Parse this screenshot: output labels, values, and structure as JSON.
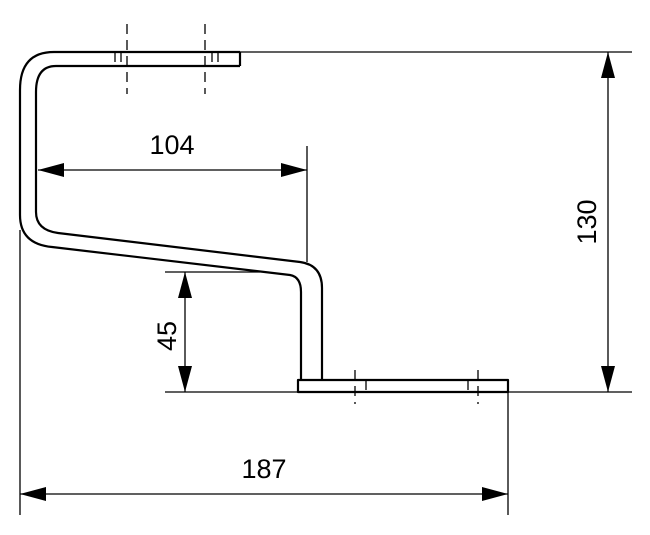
{
  "drawing": {
    "line_color": "#000000",
    "background": "#ffffff",
    "dimensions": {
      "top_width": "104",
      "total_height": "130",
      "lower_height": "45",
      "total_width": "187"
    }
  }
}
